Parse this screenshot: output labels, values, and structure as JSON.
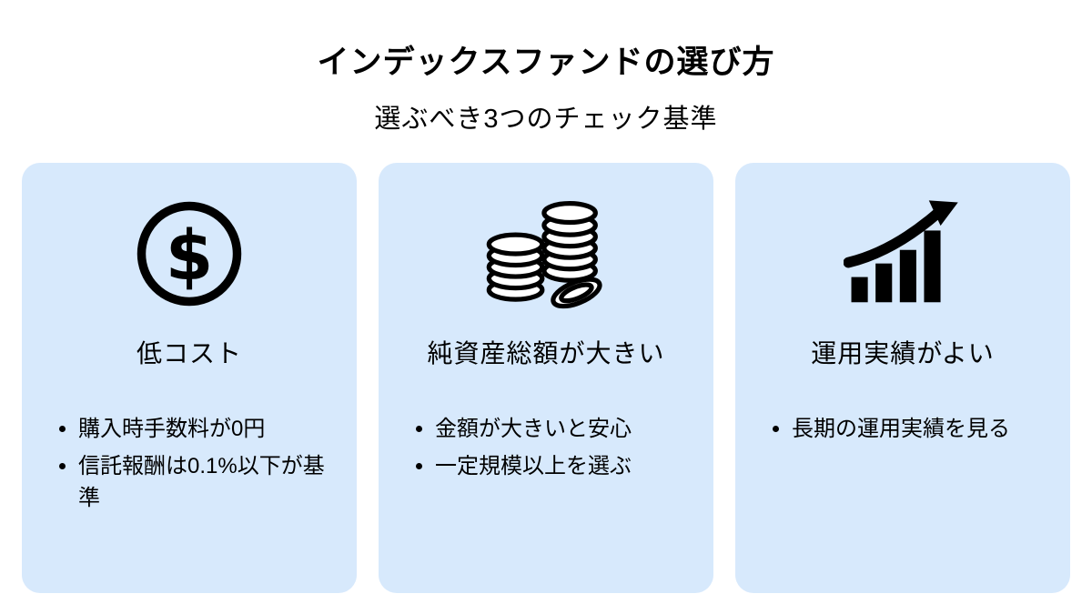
{
  "header": {
    "title": "インデックスファンドの選び方",
    "subtitle": "選ぶべき3つのチェック基準"
  },
  "cards": [
    {
      "icon": "dollar-coin-icon",
      "heading": "低コスト",
      "bullets": [
        "購入時手数料が0円",
        "信託報酬は0.1%以下が基準"
      ]
    },
    {
      "icon": "coin-stack-icon",
      "heading": "純資産総額が大きい",
      "bullets": [
        "金額が大きいと安心",
        "一定規模以上を選ぶ"
      ]
    },
    {
      "icon": "growth-chart-icon",
      "heading": "運用実績がよい",
      "bullets": [
        "長期の運用実績を見る"
      ]
    }
  ],
  "colors": {
    "card_bg": "#d7e9fc",
    "ink": "#000000"
  }
}
